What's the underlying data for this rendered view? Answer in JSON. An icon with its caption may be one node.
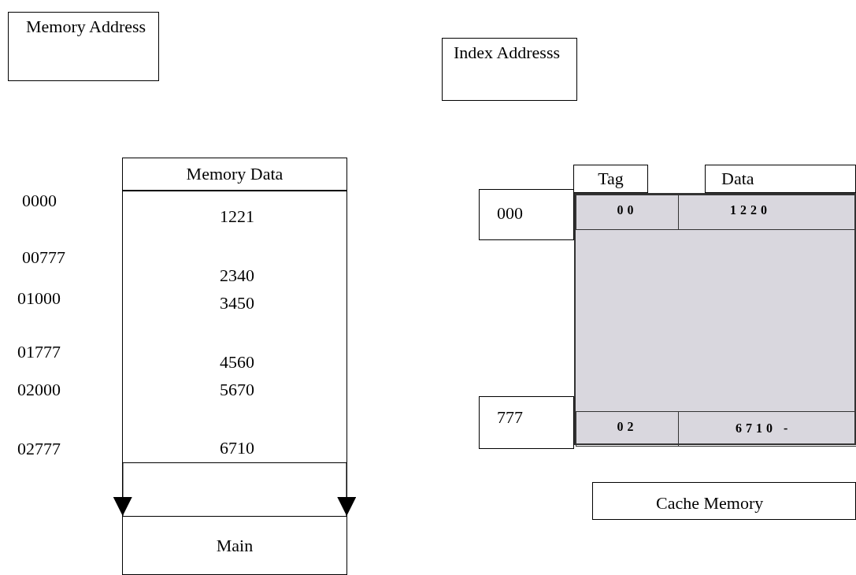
{
  "diagram": {
    "nodes": [
      {
        "text": [
          "Memory Address"
        ]
      },
      {
        "text": [
          "Index Addresss"
        ]
      },
      {
        "text": [
          "Memory Data"
        ]
      },
      {
        "text": [
          "1221",
          "2340",
          "3450",
          "4560",
          "5670",
          "6710"
        ]
      },
      {
        "text": [
          "Main"
        ]
      },
      {
        "text": [
          "Tag"
        ]
      },
      {
        "text": [
          "Data"
        ]
      },
      {
        "text": [
          "000"
        ]
      },
      {
        "text": [],
        "shape": "box"
      },
      {
        "text": [
          "00"
        ],
        "in": 8
      },
      {
        "text": [
          "1220"
        ],
        "in": 8
      },
      {
        "text": [
          "02"
        ],
        "in": 8
      },
      {
        "text": [
          "6710 -"
        ],
        "in": 8
      },
      {
        "text": [
          "777"
        ]
      },
      {
        "text": [
          "Cache Memory"
        ]
      }
    ],
    "edges": [
      {
        "from": 3,
        "to": 4,
        "arrow": "to"
      },
      {
        "from": 3,
        "to": 4,
        "arrow": "to"
      }
    ],
    "labels": [
      "0000",
      "00777",
      "01000",
      "01777",
      "02000",
      "02777"
    ]
  }
}
